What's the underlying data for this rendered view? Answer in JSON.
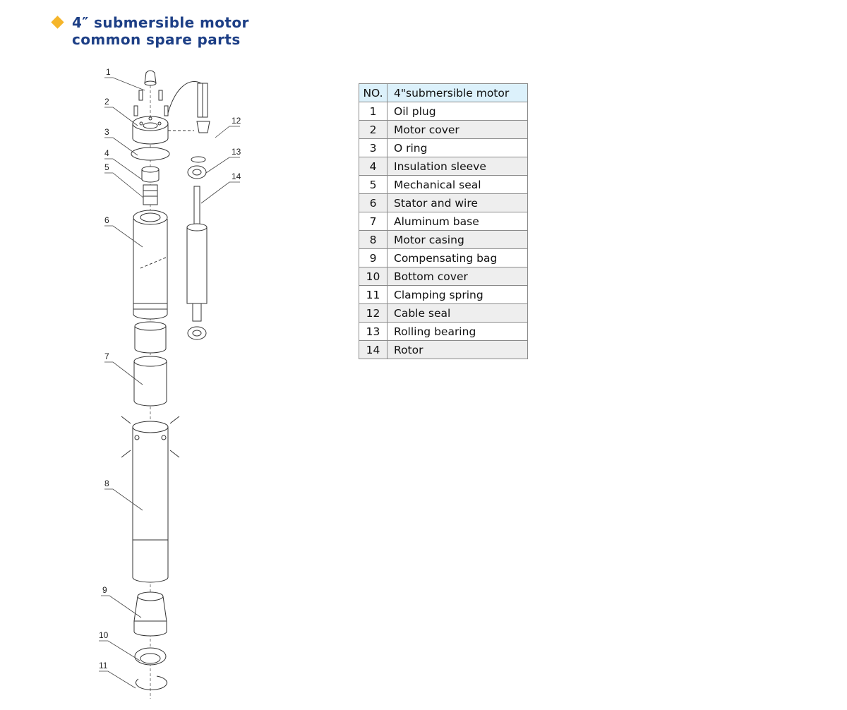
{
  "title": {
    "line1": "4″ submersible motor",
    "line2": "common spare parts"
  },
  "callouts": [
    "1",
    "2",
    "3",
    "4",
    "5",
    "6",
    "7",
    "8",
    "9",
    "10",
    "11",
    "12",
    "13",
    "14"
  ],
  "table": {
    "header_no": "NO.",
    "header_name": "4\"submersible motor",
    "rows": [
      {
        "no": "1",
        "name": "Oil plug"
      },
      {
        "no": "2",
        "name": "Motor cover"
      },
      {
        "no": "3",
        "name": "O ring"
      },
      {
        "no": "4",
        "name": "Insulation sleeve"
      },
      {
        "no": "5",
        "name": "Mechanical seal"
      },
      {
        "no": "6",
        "name": "Stator and wire"
      },
      {
        "no": "7",
        "name": "Aluminum base"
      },
      {
        "no": "8",
        "name": "Motor casing"
      },
      {
        "no": "9",
        "name": "Compensating bag"
      },
      {
        "no": "10",
        "name": "Bottom cover"
      },
      {
        "no": "11",
        "name": "Clamping spring"
      },
      {
        "no": "12",
        "name": "Cable seal"
      },
      {
        "no": "13",
        "name": "Rolling bearing"
      },
      {
        "no": "14",
        "name": "Rotor"
      }
    ]
  },
  "colors": {
    "title": "#1d3f86",
    "bullet": "#f5b52a",
    "header_bg": "#dcf1fb",
    "row_alt_bg": "#eeeeee"
  }
}
